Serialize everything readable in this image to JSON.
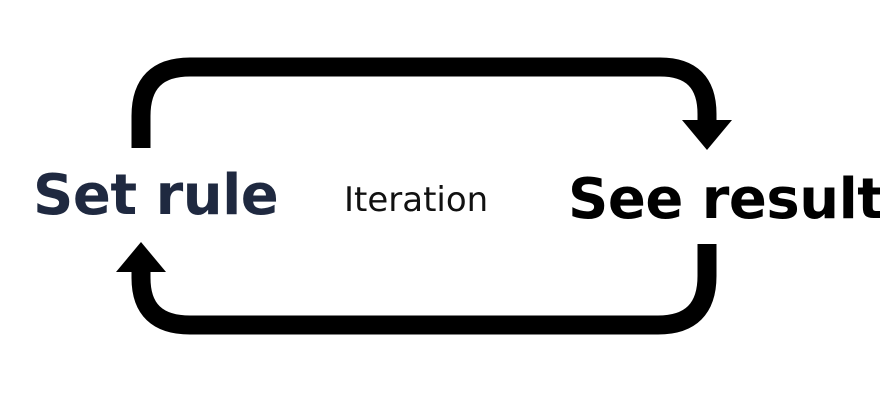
{
  "diagram": {
    "left_node": {
      "label": "Set rule",
      "color": "#1f2940"
    },
    "right_node": {
      "label": "See result",
      "color": "#000000"
    },
    "center_label": {
      "text": "Iteration",
      "color": "#111111"
    },
    "arrows": {
      "color": "#000000",
      "top": {
        "from": "Set rule",
        "to": "See result"
      },
      "bottom": {
        "from": "See result",
        "to": "Set rule"
      }
    }
  }
}
